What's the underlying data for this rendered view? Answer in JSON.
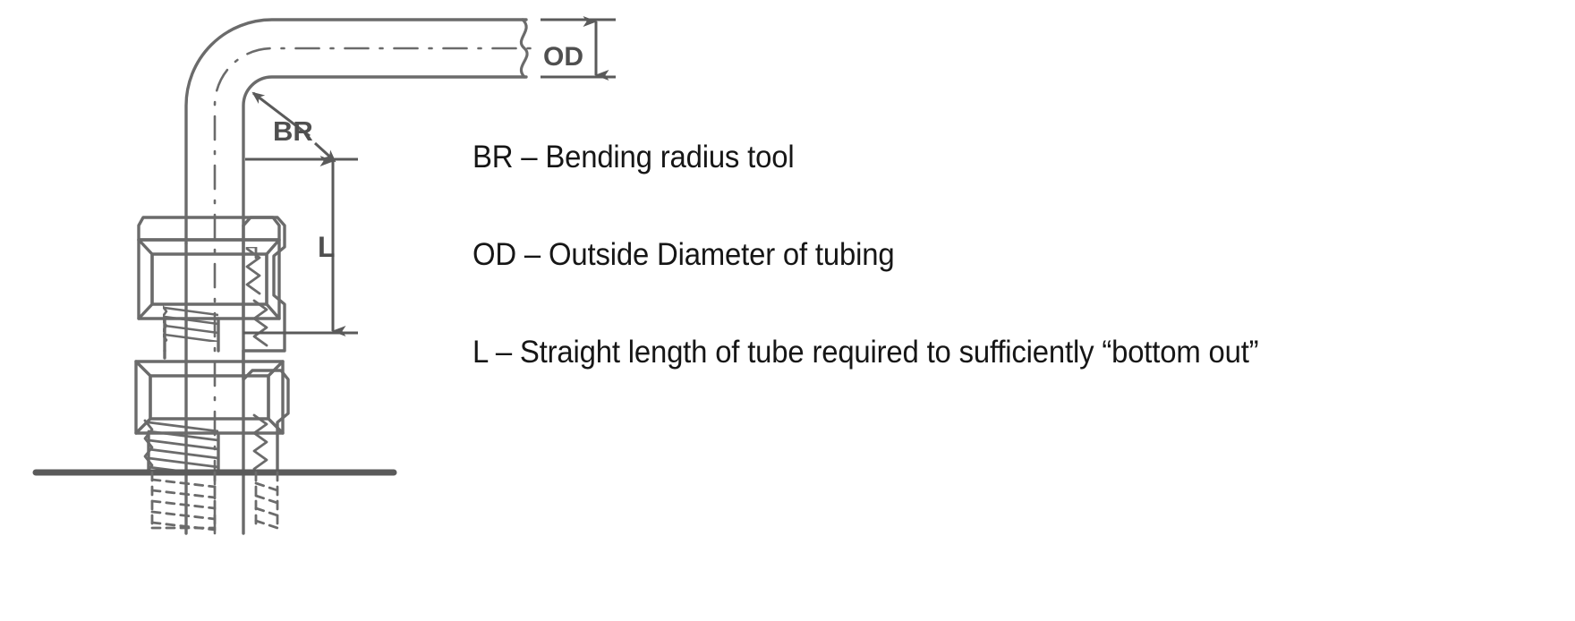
{
  "figure": {
    "kind": "engineering-line-drawing",
    "subject": "90 degree bent tube in a bulkhead compression fitting",
    "background_color": "#ffffff",
    "line_color": "#6b6b6b",
    "label_color": "#4f4f4f",
    "text_color": "#161616"
  },
  "drawing_labels": {
    "od": "OD",
    "br": "BR",
    "l": "L"
  },
  "legend": {
    "lines": [
      "BR – Bending radius tool",
      "OD – Outside Diameter of tubing",
      "L – Straight length of tube required to sufficiently “bottom out”"
    ]
  },
  "icons": {
    "od_dimension": "double-headed-vertical-arrow",
    "br_leader": "leader-arrow",
    "l_dimension": "double-headed-vertical-arrow",
    "tube_end": "break-line-symbol"
  }
}
